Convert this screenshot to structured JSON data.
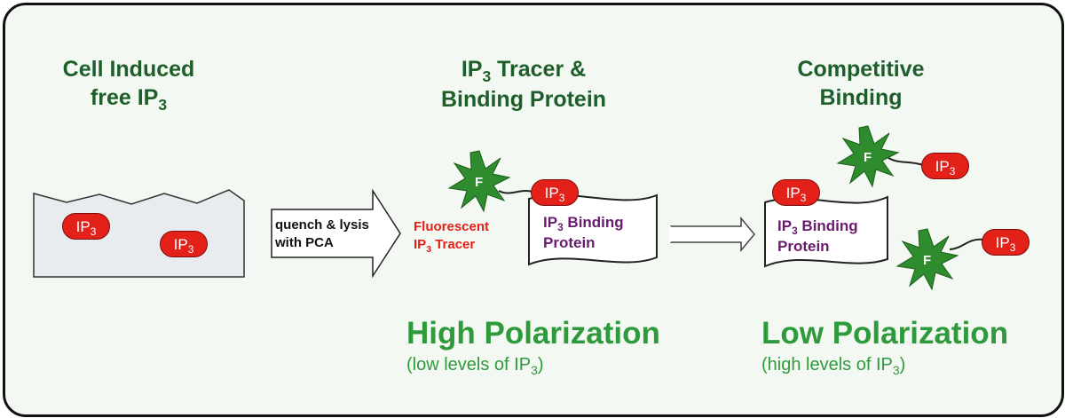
{
  "columns": {
    "cell": {
      "title_line1": "Cell Induced",
      "title_line2_main": "free IP",
      "title_line2_sub": "3"
    },
    "tracer": {
      "title_line1_main": "IP",
      "title_line1_sub": "3",
      "title_line1_rest": " Tracer &",
      "title_line2": "Binding Protein"
    },
    "competitive": {
      "title_line1": "Competitive",
      "title_line2": "Binding"
    }
  },
  "ip3_pill": {
    "main": "IP",
    "sub": "3"
  },
  "fluor_letter": "F",
  "arrow_text": {
    "line1": "quench & lysis",
    "line2": "with PCA"
  },
  "tracer_label": {
    "line1": "Fluorescent",
    "line2_main": "IP",
    "line2_sub": "3",
    "line2_rest": " Tracer"
  },
  "binding_protein": {
    "line1_main": "IP",
    "line1_sub": "3",
    "line1_rest": " Binding",
    "line2": "Protein"
  },
  "high_pol": {
    "title": "High Polarization",
    "note_pre": "(low levels of IP",
    "note_sub": "3",
    "note_post": ")"
  },
  "low_pol": {
    "title": "Low Polarization",
    "note_pre": "(high levels of IP",
    "note_sub": "3",
    "note_post": ")"
  },
  "colors": {
    "green_heading": "#1e5e2a",
    "green_text": "#2f9a3c",
    "red": "#e32119",
    "purple": "#6a1b6e",
    "star_green": "#2e8b2e"
  }
}
